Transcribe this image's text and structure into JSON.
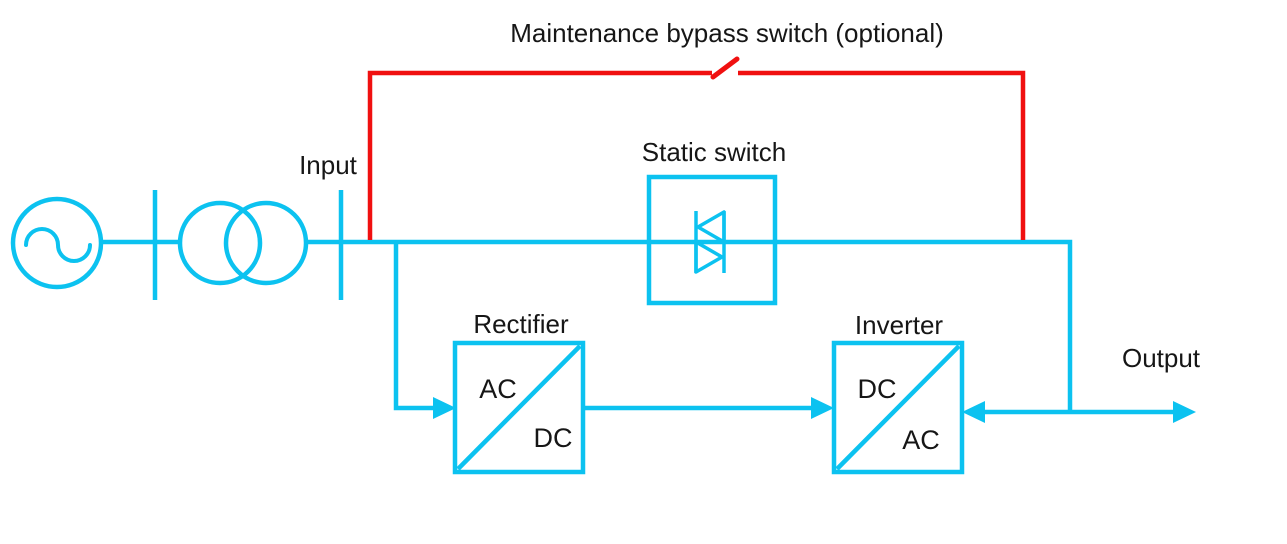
{
  "diagram": {
    "labels": {
      "bypass": "Maintenance bypass switch (optional)",
      "input": "Input",
      "static_switch": "Static switch",
      "rectifier": "Rectifier",
      "inverter": "Inverter",
      "output": "Output"
    },
    "blocks": {
      "rectifier": {
        "top": "AC",
        "bottom": "DC"
      },
      "inverter": {
        "top": "DC",
        "bottom": "AC"
      }
    },
    "colors": {
      "line": "#0cc2f0",
      "bypass_line": "#f01010",
      "text": "#161616",
      "background": "#ffffff"
    }
  }
}
